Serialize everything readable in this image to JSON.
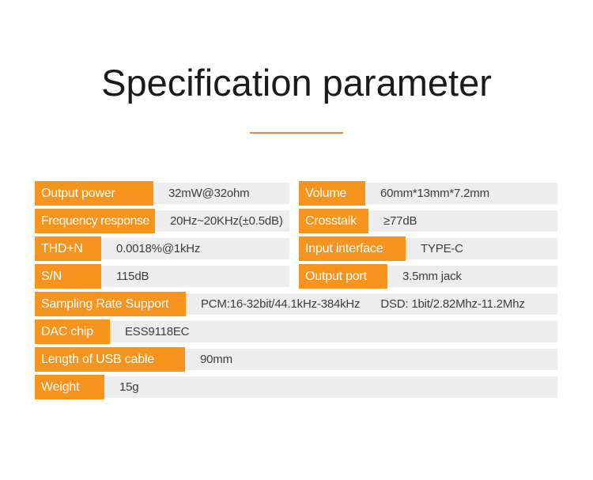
{
  "title": "Specification parameter",
  "colors": {
    "accent_orange": "#f7941e",
    "value_background": "#ededed",
    "title_text": "#1b1b1b",
    "value_text": "#3d3d3d",
    "label_text": "#ffffff"
  },
  "spec_table": {
    "left_column": [
      {
        "label": "Output power",
        "value": "32mW@32ohm"
      },
      {
        "label": "Frequency response",
        "value": "20Hz~20KHz(±0.5dB)"
      },
      {
        "label": "THD+N",
        "value": "0.0018%@1kHz"
      },
      {
        "label": "S/N",
        "value": "115dB"
      }
    ],
    "right_column": [
      {
        "label": "Volume",
        "value": "60mm*13mm*7.2mm"
      },
      {
        "label": "Crosstalk",
        "value": "≥77dB"
      },
      {
        "label": "Input interface",
        "value": "TYPE-C"
      },
      {
        "label": "Output port",
        "value": "3.5mm jack"
      }
    ],
    "full_width": [
      {
        "label": "Sampling Rate Support",
        "value_pcm": "PCM:16-32bit/44.1kHz-384kHz",
        "value_dsd": "DSD: 1bit/2.82Mhz-11.2Mhz"
      },
      {
        "label": "DAC chip",
        "value": "ESS9118EC"
      },
      {
        "label": "Length of USB cable",
        "value": "90mm"
      },
      {
        "label": "Weight",
        "value": "15g"
      }
    ]
  }
}
